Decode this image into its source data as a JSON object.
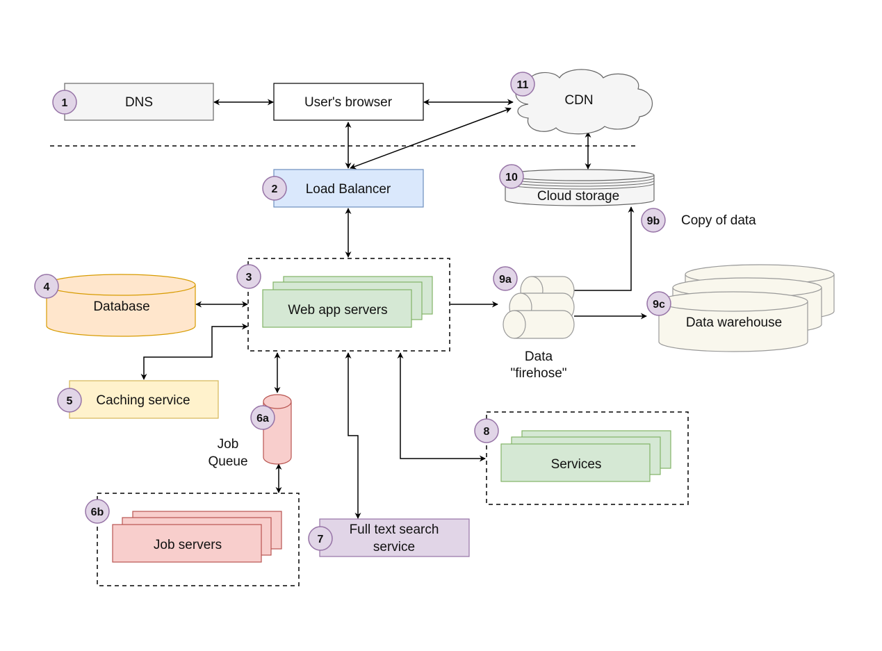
{
  "nodes": {
    "dns": {
      "label": "DNS",
      "badge": "1"
    },
    "browser": {
      "label": "User's browser"
    },
    "cdn": {
      "label": "CDN",
      "badge": "11"
    },
    "load_balancer": {
      "label": "Load Balancer",
      "badge": "2"
    },
    "cloud_storage": {
      "label": "Cloud storage",
      "badge": "10"
    },
    "web_app": {
      "label": "Web app servers",
      "badge": "3"
    },
    "database": {
      "label": "Database",
      "badge": "4"
    },
    "caching": {
      "label": "Caching service",
      "badge": "5"
    },
    "job_queue": {
      "label_line1": "Job",
      "label_line2": "Queue",
      "badge": "6a"
    },
    "job_servers": {
      "label": "Job servers",
      "badge": "6b"
    },
    "full_text_search": {
      "label_line1": "Full text search",
      "label_line2": "service",
      "badge": "7"
    },
    "services": {
      "label": "Services",
      "badge": "8"
    },
    "firehose": {
      "label_line1": "Data",
      "label_line2": "\"firehose\"",
      "badge": "9a"
    },
    "copy_of_data": {
      "label": "Copy of data",
      "badge": "9b"
    },
    "data_warehouse": {
      "label": "Data warehouse",
      "badge": "9c"
    }
  },
  "colors": {
    "badge_fill": "#e1d5e7",
    "badge_stroke": "#9673a6",
    "lb_fill": "#dae8fc",
    "lb_stroke": "#6c8ebf",
    "green_fill": "#d5e8d4",
    "green_stroke": "#82b366",
    "orange_fill": "#ffe6cc",
    "orange_stroke": "#d79b00",
    "yellow_fill": "#fff2cc",
    "yellow_stroke": "#d6b656",
    "red_fill": "#f8cecc",
    "red_stroke": "#b85450",
    "purple_fill": "#e1d5e7",
    "purple_stroke": "#9673a6",
    "gray_fill": "#f5f5f5",
    "gray_stroke": "#666666",
    "warehouse_fill": "#f9f7ed"
  },
  "icons": {
    "cdn": "cloud-icon",
    "storage": "storage-cylinder-icon",
    "database": "database-cylinder-icon",
    "queue": "queue-cylinder-icon",
    "firehose": "firehose-cylinders-icon",
    "warehouse": "warehouse-cylinders-icon"
  }
}
